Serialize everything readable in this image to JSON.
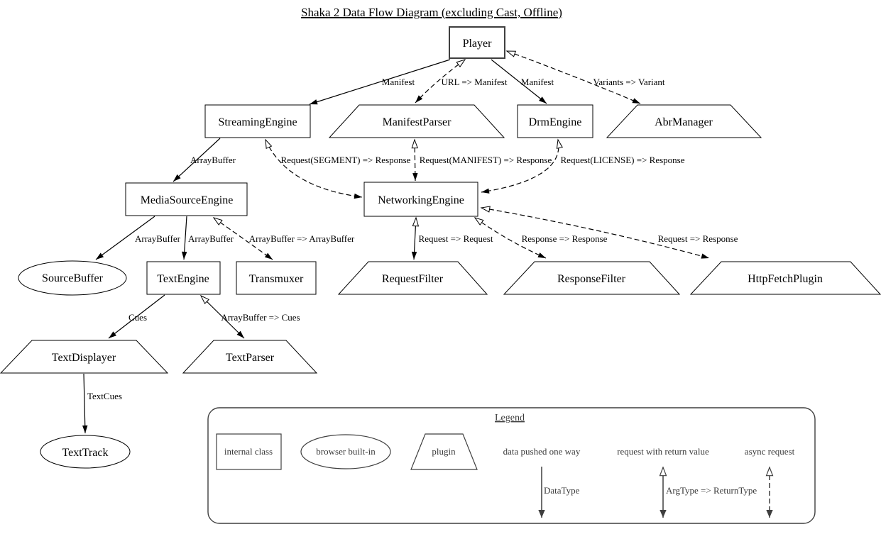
{
  "title": "Shaka 2 Data Flow Diagram (excluding Cast, Offline)",
  "nodes": {
    "player": {
      "label": "Player",
      "kind": "internal-class"
    },
    "streaming_engine": {
      "label": "StreamingEngine",
      "kind": "internal-class"
    },
    "manifest_parser": {
      "label": "ManifestParser",
      "kind": "plugin"
    },
    "drm_engine": {
      "label": "DrmEngine",
      "kind": "internal-class"
    },
    "abr_manager": {
      "label": "AbrManager",
      "kind": "plugin"
    },
    "media_source_engine": {
      "label": "MediaSourceEngine",
      "kind": "internal-class"
    },
    "networking_engine": {
      "label": "NetworkingEngine",
      "kind": "internal-class"
    },
    "source_buffer": {
      "label": "SourceBuffer",
      "kind": "browser-built-in"
    },
    "text_engine": {
      "label": "TextEngine",
      "kind": "internal-class"
    },
    "transmuxer": {
      "label": "Transmuxer",
      "kind": "internal-class"
    },
    "request_filter": {
      "label": "RequestFilter",
      "kind": "plugin"
    },
    "response_filter": {
      "label": "ResponseFilter",
      "kind": "plugin"
    },
    "http_fetch_plugin": {
      "label": "HttpFetchPlugin",
      "kind": "plugin"
    },
    "text_displayer": {
      "label": "TextDisplayer",
      "kind": "plugin"
    },
    "text_parser": {
      "label": "TextParser",
      "kind": "plugin"
    },
    "text_track": {
      "label": "TextTrack",
      "kind": "browser-built-in"
    }
  },
  "edges": [
    {
      "from": "Player",
      "to": "StreamingEngine",
      "label": "Manifest",
      "style": "data-pushed-one-way"
    },
    {
      "from": "Player",
      "to": "ManifestParser",
      "label": "URL => Manifest",
      "style": "async-request"
    },
    {
      "from": "Player",
      "to": "DrmEngine",
      "label": "Manifest",
      "style": "data-pushed-one-way"
    },
    {
      "from": "Player",
      "to": "AbrManager",
      "label": "Variants => Variant",
      "style": "async-request"
    },
    {
      "from": "StreamingEngine",
      "to": "MediaSourceEngine",
      "label": "ArrayBuffer",
      "style": "data-pushed-one-way"
    },
    {
      "from": "StreamingEngine",
      "to": "NetworkingEngine",
      "label": "Request(SEGMENT) => Response",
      "style": "async-request"
    },
    {
      "from": "ManifestParser",
      "to": "NetworkingEngine",
      "label": "Request(MANIFEST) => Response",
      "style": "async-request"
    },
    {
      "from": "DrmEngine",
      "to": "NetworkingEngine",
      "label": "Request(LICENSE) => Response",
      "style": "async-request"
    },
    {
      "from": "MediaSourceEngine",
      "to": "SourceBuffer",
      "label": "ArrayBuffer",
      "style": "data-pushed-one-way"
    },
    {
      "from": "MediaSourceEngine",
      "to": "TextEngine",
      "label": "ArrayBuffer",
      "style": "data-pushed-one-way"
    },
    {
      "from": "MediaSourceEngine",
      "to": "Transmuxer",
      "label": "ArrayBuffer => ArrayBuffer",
      "style": "async-request"
    },
    {
      "from": "NetworkingEngine",
      "to": "RequestFilter",
      "label": "Request => Request",
      "style": "request-with-return-value"
    },
    {
      "from": "NetworkingEngine",
      "to": "ResponseFilter",
      "label": "Response => Response",
      "style": "async-request"
    },
    {
      "from": "NetworkingEngine",
      "to": "HttpFetchPlugin",
      "label": "Request => Response",
      "style": "async-request"
    },
    {
      "from": "TextEngine",
      "to": "TextDisplayer",
      "label": "Cues",
      "style": "data-pushed-one-way"
    },
    {
      "from": "TextEngine",
      "to": "TextParser",
      "label": "ArrayBuffer => Cues",
      "style": "request-with-return-value"
    },
    {
      "from": "TextDisplayer",
      "to": "TextTrack",
      "label": "TextCues",
      "style": "data-pushed-one-way"
    }
  ],
  "legend": {
    "title": "Legend",
    "shapes": [
      {
        "label": "internal class",
        "shape": "rect"
      },
      {
        "label": "browser built-in",
        "shape": "ellipse"
      },
      {
        "label": "plugin",
        "shape": "trapezoid"
      }
    ],
    "arrows": [
      {
        "label": "data pushed one way",
        "annotation": "DataType"
      },
      {
        "label": "request with return value",
        "annotation": "ArgType => ReturnType"
      },
      {
        "label": "async request",
        "annotation": ""
      }
    ]
  },
  "colors": {
    "background": "#ffffff",
    "diagram_line": "#000000",
    "legend_line": "#3f3f3f"
  }
}
